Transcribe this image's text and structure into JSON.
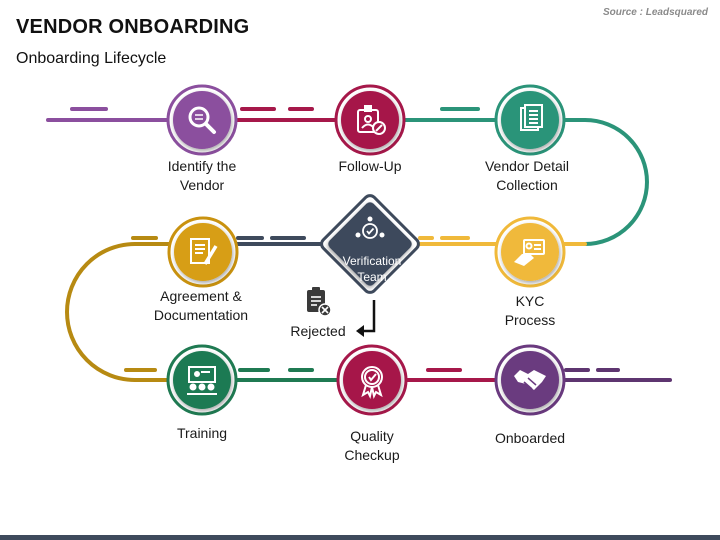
{
  "header": {
    "title": "VENDOR ONBOARDING",
    "subtitle": "Onboarding Lifecycle",
    "source": "Source : Leadsquared"
  },
  "colors": {
    "purple": "#8b4f9e",
    "crimson": "#a6184a",
    "teal": "#2b9479",
    "gold": "#f0b93a",
    "olive": "#b78a12",
    "darkgreen": "#1f7a52",
    "navy": "#3e4a5c"
  },
  "steps": {
    "identify": {
      "label": "Identify the Vendor",
      "line1": "Identify the",
      "line2": "Vendor",
      "icon": "magnifier-icon"
    },
    "followup": {
      "label": "Follow-Up",
      "icon": "id-badge-icon"
    },
    "detail": {
      "label": "Vendor Detail Collection",
      "line1": "Vendor Detail",
      "line2": "Collection",
      "icon": "document-icon"
    },
    "kyc": {
      "label": "KYC Process",
      "line1": "KYC",
      "line2": "Process",
      "icon": "id-card-hand-icon"
    },
    "verification": {
      "line1": "Verification",
      "line2": "Team",
      "icon": "team-icon"
    },
    "agreement": {
      "label": "Agreement & Documentation",
      "line1": "Agreement &",
      "line2": "Documentation",
      "icon": "pen-document-icon"
    },
    "rejected": {
      "label": "Rejected",
      "icon": "rejected-clipboard-icon"
    },
    "training": {
      "label": "Training",
      "icon": "presentation-icon"
    },
    "quality": {
      "label": "Quality Checkup",
      "line1": "Quality",
      "line2": "Checkup",
      "icon": "award-badge-icon"
    },
    "onboarded": {
      "label": "Onboarded",
      "icon": "handshake-icon"
    }
  }
}
